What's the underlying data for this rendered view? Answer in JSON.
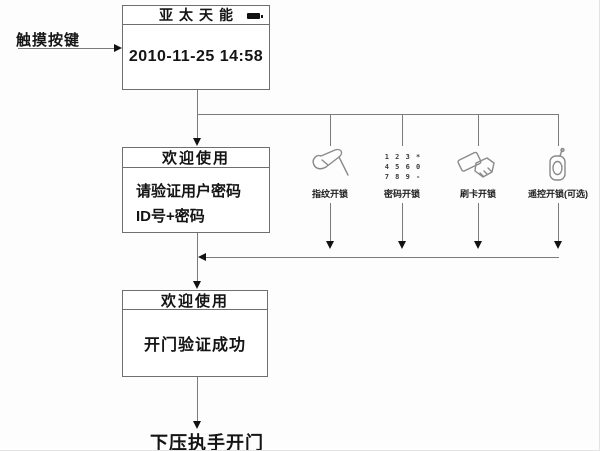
{
  "colors": {
    "line": "#7b7b7b",
    "arrow": "#111111",
    "text": "#141414",
    "background": "#ffffff"
  },
  "touch_key_label": "触摸按键",
  "screens": {
    "clock": {
      "title": "亚太天能",
      "datetime": "2010-11-25 14:58"
    },
    "verify": {
      "title": "欢迎使用",
      "line1": "请验证用户密码",
      "line2": "ID号+密码"
    },
    "success": {
      "title": "欢迎使用",
      "body": "开门验证成功"
    }
  },
  "unlock_methods": [
    {
      "icon": "fingerprint-icon",
      "label": "指纹开锁"
    },
    {
      "icon": "keypad-icon",
      "label": "密码开锁",
      "keypad_rows": [
        "1 2 3 *",
        "4 5 6 0",
        "7 8 9 -"
      ]
    },
    {
      "icon": "card-icon",
      "label": "刷卡开锁"
    },
    {
      "icon": "remote-icon",
      "label": "遥控开锁(可选)"
    }
  ],
  "bottom_label": "下压执手开门"
}
